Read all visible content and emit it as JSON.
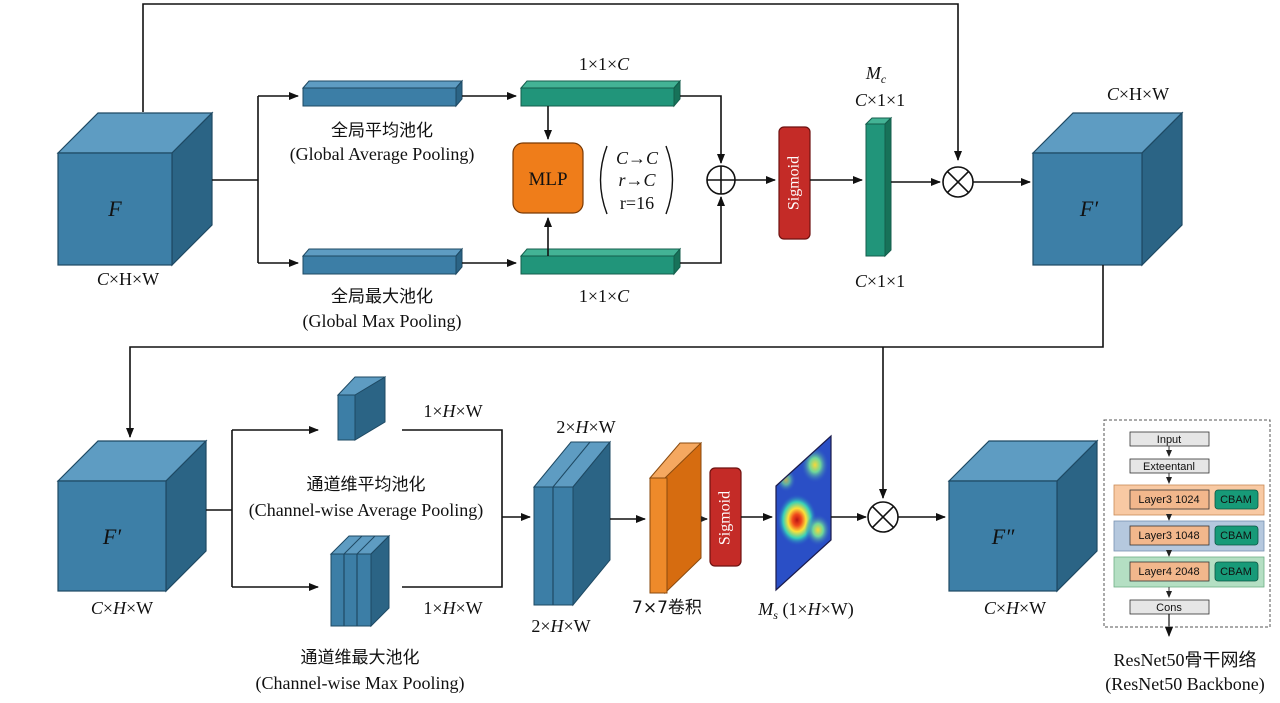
{
  "colors": {
    "cube_front": "#3d7fa7",
    "cube_top": "#5e9cc2",
    "cube_side": "#2b6485",
    "pool_bar": "#3c7ea6",
    "green_bar": "#21957a",
    "mlp": "#ef7d1a",
    "sigmoid": "#c42b27",
    "conv": "#ee8a2a",
    "legend_peach": "#f8c9a3",
    "legend_blue": "#b5c8de",
    "legend_green": "#b4dfc3",
    "cbam": "#179a78"
  },
  "channel": {
    "F_label": "F",
    "F_dims_prefix": "C",
    "F_dims_suffix": "×H×W",
    "gap_cn": "全局平均池化",
    "gap_en": "(Global Average Pooling)",
    "gmp_cn": "全局最大池化",
    "gmp_en": "(Global Max Pooling)",
    "top_dims_prefix": "1×1×",
    "top_dims_c": "C",
    "bottom_dims_prefix": "1×1×",
    "bottom_dims_c": "C",
    "mlp": "MLP",
    "mlp_param_1": "C→C",
    "mlp_param_2": "r→C",
    "mlp_param_3": "r=16",
    "sigmoid": "Sigmoid",
    "mc_label": "M",
    "mc_sub": "c",
    "mc_dims_prefix": "C",
    "mc_dims_suffix": "×1×1",
    "mc_bottom_prefix": "C",
    "mc_bottom_suffix": "×1×1",
    "Fp_label": "F′",
    "Fp_dims_prefix": "C",
    "Fp_dims_suffix": "×H×W"
  },
  "spatial": {
    "Fp_label": "F′",
    "Fp_dims_c": "C",
    "Fp_dims_x": "×",
    "Fp_dims_h": "H",
    "Fp_dims_w": "×W",
    "avg_cn": "通道维平均池化",
    "avg_en": "(Channel-wise Average Pooling)",
    "max_cn": "通道维最大池化",
    "max_en": "(Channel-wise Max Pooling)",
    "avg_dims_1": "1×",
    "avg_dims_h": "H",
    "avg_dims_w": "×W",
    "max_dims_1": "1×",
    "max_dims_h": "H",
    "max_dims_w": "×W",
    "concat_top_1": "2×",
    "concat_top_h": "H",
    "concat_top_w": "×W",
    "concat_bot_1": "2×",
    "concat_bot_h": "H",
    "concat_bot_w": "×W",
    "conv_label": "7×7卷积",
    "sigmoid": "Sigmoid",
    "ms_label": "M",
    "ms_sub": "s",
    "ms_dims_open": " (1×",
    "ms_dims_h": "H",
    "ms_dims_close": "×W)",
    "Fpp_label": "F″",
    "Fpp_dims_c": "C",
    "Fpp_dims_x": "×",
    "Fpp_dims_h": "H",
    "Fpp_dims_w": "×W"
  },
  "backbone": {
    "input": "Input",
    "extension": "Exteentanl",
    "layer_a": "Layer3 1024",
    "layer_b": "Layer3 1048",
    "layer_c": "Layer4 2048",
    "cbam": "CBAM",
    "cons": "Cons",
    "caption_cn": "ResNet50骨干网络",
    "caption_en": "(ResNet50 Backbone)"
  }
}
